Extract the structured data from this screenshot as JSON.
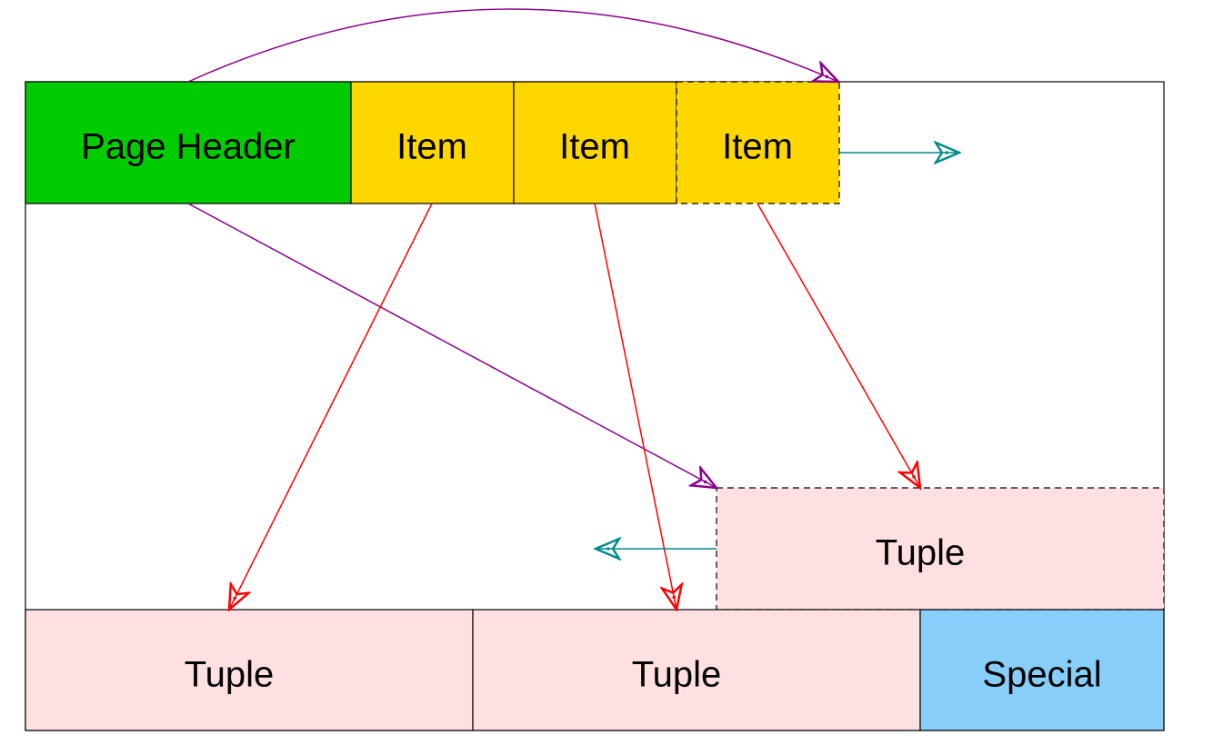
{
  "blocks": {
    "page_header": {
      "label": "Page Header"
    },
    "item_1": {
      "label": "Item"
    },
    "item_2": {
      "label": "Item"
    },
    "item_3": {
      "label": "Item"
    },
    "tuple_new": {
      "label": "Tuple"
    },
    "tuple_1": {
      "label": "Tuple"
    },
    "tuple_2": {
      "label": "Tuple"
    },
    "special": {
      "label": "Special"
    }
  },
  "colors": {
    "page_header_fill": "#00CC00",
    "item_fill": "#FFD700",
    "tuple_fill": "#FFE0E0",
    "special_fill": "#87CEFA",
    "item_pointer_arrow": "#FF0000",
    "free_space_pointer_arrow": "#8B008B",
    "growth_direction_arrow": "#008B8B",
    "outline": "#000000"
  }
}
